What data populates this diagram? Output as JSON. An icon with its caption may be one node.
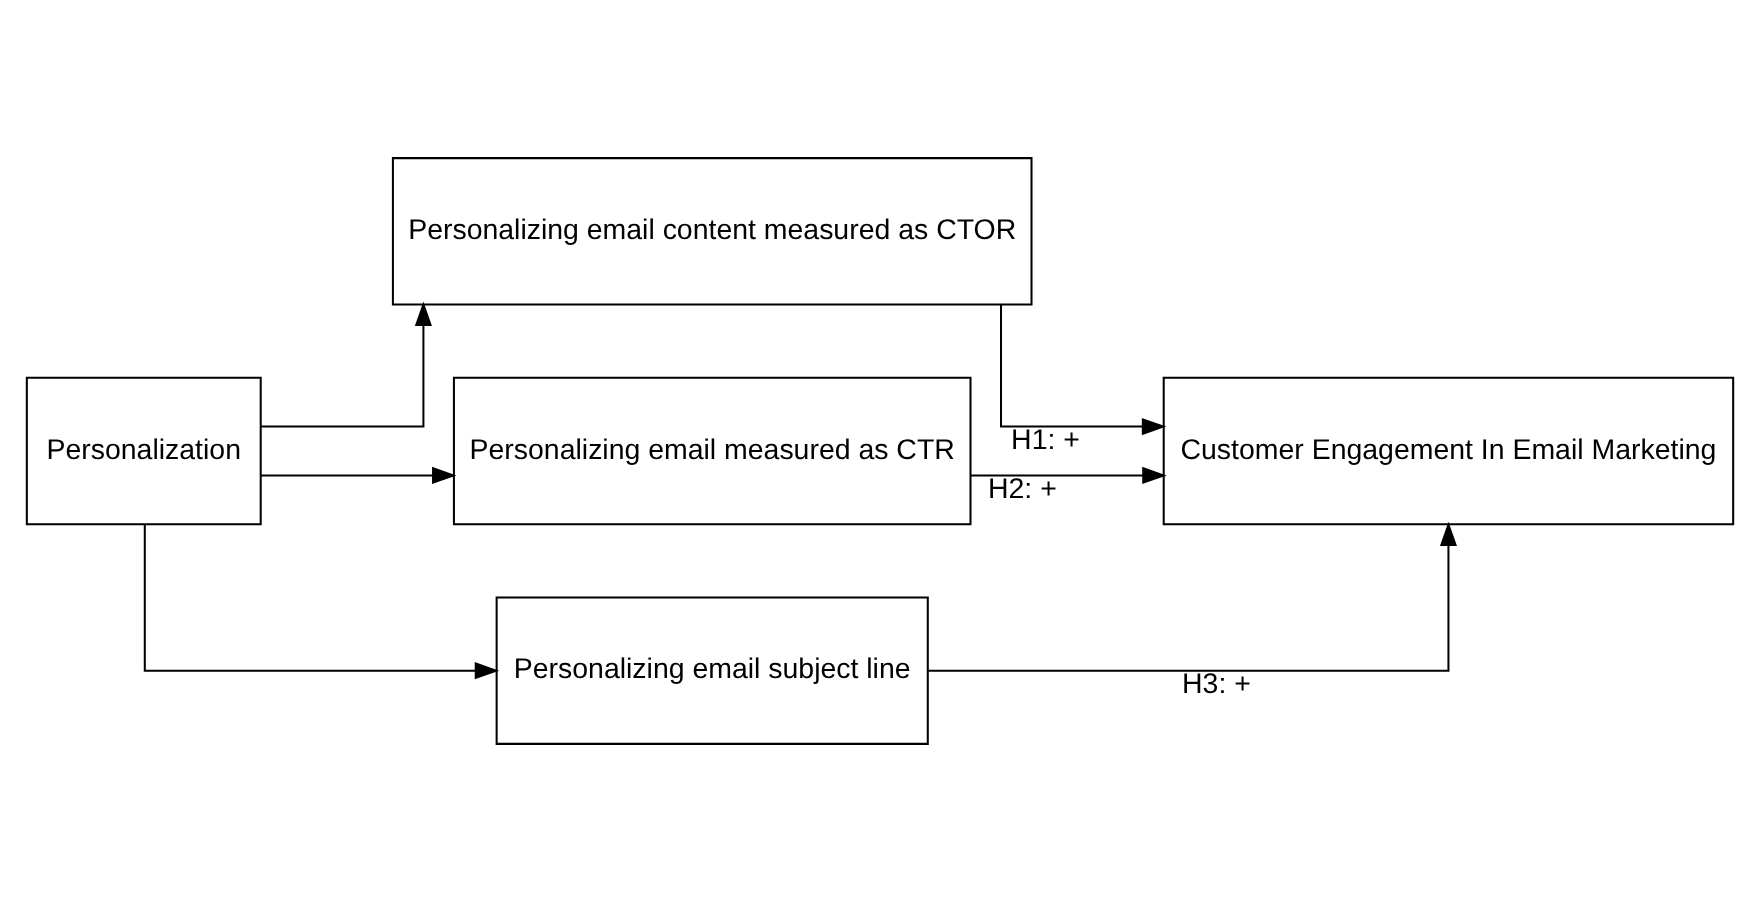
{
  "diagram": {
    "nodes": [
      {
        "text": [
          "Personalization"
        ]
      },
      {
        "text": [
          "Personalizing email content measured as CTOR"
        ]
      },
      {
        "text": [
          "Personalizing email measured as CTR"
        ]
      },
      {
        "text": [
          "Personalizing email subject line"
        ]
      },
      {
        "text": [
          "Customer Engagement In Email Marketing"
        ]
      }
    ],
    "edges": [
      {
        "from": 0,
        "to": 1,
        "arrow": "to"
      },
      {
        "from": 0,
        "to": 2,
        "arrow": "to"
      },
      {
        "from": 0,
        "to": 3,
        "arrow": "to"
      },
      {
        "from": 1,
        "to": 4,
        "arrow": "to",
        "label": "H1: +"
      },
      {
        "from": 2,
        "to": 4,
        "arrow": "to",
        "label": "H2: +"
      },
      {
        "from": 3,
        "to": 4,
        "arrow": "to",
        "label": "H3: +"
      }
    ]
  }
}
